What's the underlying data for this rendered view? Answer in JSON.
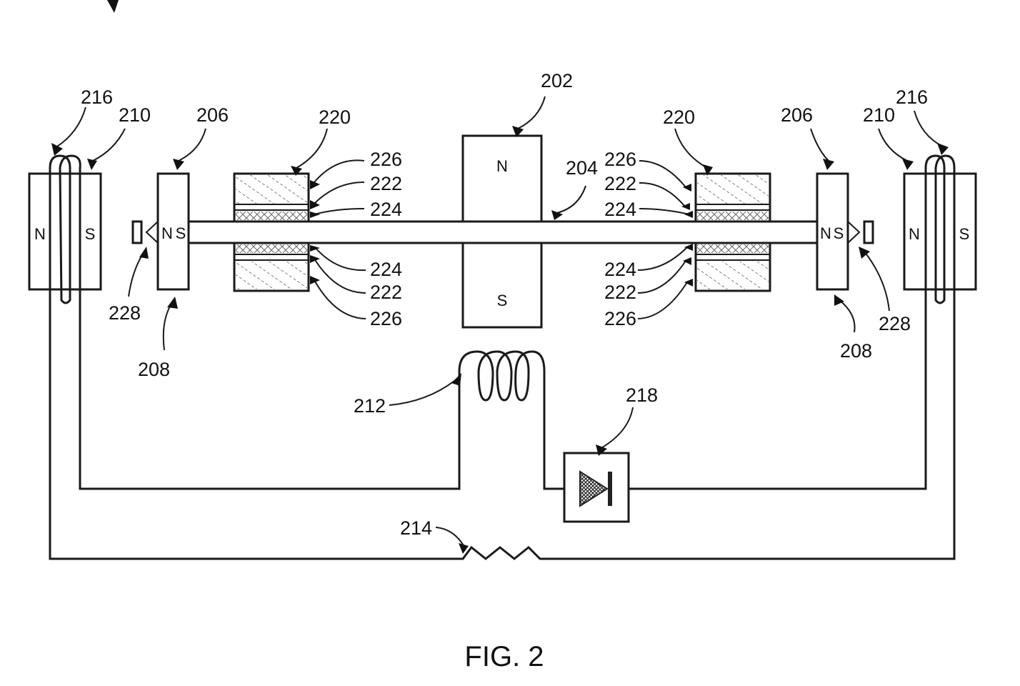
{
  "figure": {
    "caption": "FIG. 2",
    "line_color": "#1a1a1a",
    "background": "#ffffff"
  },
  "components": {
    "central_magnet": {
      "ref": "202",
      "north": "N",
      "south": "S"
    },
    "shaft": {
      "ref": "204"
    },
    "shaft_end_magnet_left": {
      "ref_top": "206",
      "ref_bottom": "208",
      "north": "N",
      "south": "S"
    },
    "shaft_end_magnet_right": {
      "ref_top": "206",
      "ref_bottom": "208",
      "north": "N",
      "south": "S"
    },
    "stator_magnet_left": {
      "ref": "210",
      "north": "N",
      "south": "S"
    },
    "stator_magnet_right": {
      "ref": "210",
      "north": "N",
      "south": "S"
    },
    "coil_left": {
      "ref": "216"
    },
    "coil_right": {
      "ref": "216"
    },
    "bearing_left": {
      "ref": "220",
      "top_labels": [
        "226",
        "222",
        "224"
      ],
      "bottom_labels": [
        "224",
        "222",
        "226"
      ]
    },
    "bearing_right": {
      "ref": "220",
      "top_labels": [
        "226",
        "222",
        "224"
      ],
      "bottom_labels": [
        "224",
        "222",
        "226"
      ]
    },
    "sensor_left": {
      "ref": "228"
    },
    "sensor_right": {
      "ref": "228"
    },
    "inductor": {
      "ref": "212"
    },
    "resistor": {
      "ref": "214"
    },
    "diode": {
      "ref": "218"
    }
  }
}
